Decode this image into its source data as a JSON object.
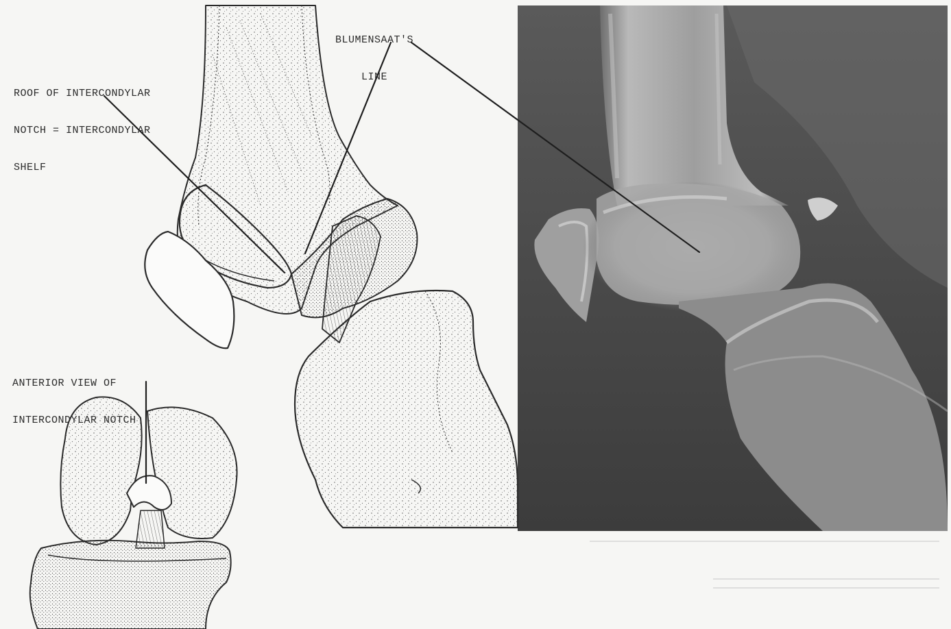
{
  "labels": {
    "roof": [
      "ROOF OF INTERCONDYLAR",
      "NOTCH = INTERCONDYLAR",
      "SHELF"
    ],
    "blumensaat": [
      "BLUMENSAAT'S",
      "LINE"
    ],
    "anterior": [
      "ANTERIOR VIEW OF",
      "INTERCONDYLAR NOTCH"
    ]
  },
  "colors": {
    "page": "#f6f6f4",
    "ink": "#2a2a2a",
    "xray_dark": "#3a3a3a",
    "bone_light": "#dedede"
  }
}
